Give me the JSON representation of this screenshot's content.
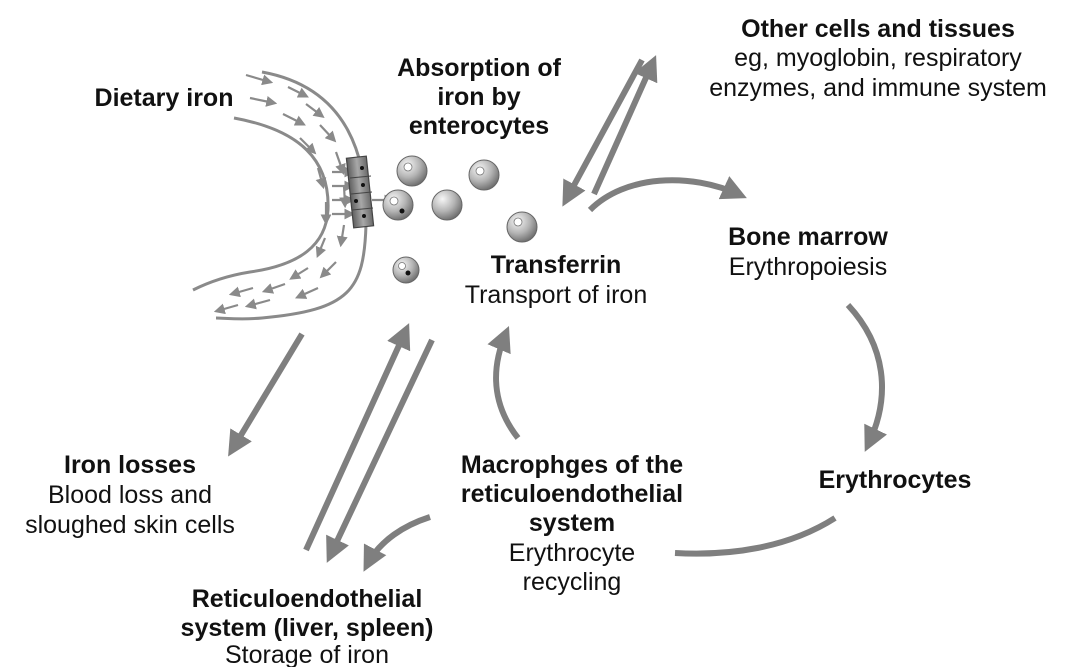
{
  "nodes": {
    "dietary_iron": {
      "title": "Dietary iron"
    },
    "absorption": {
      "title_lines": [
        "Absorption of",
        "iron by",
        "enterocytes"
      ]
    },
    "other_cells": {
      "title": "Other cells and tissues",
      "subtitle_lines": [
        "eg, myoglobin, respiratory",
        "enzymes, and immune system"
      ]
    },
    "transferrin": {
      "title": "Transferrin",
      "subtitle": "Transport of iron"
    },
    "bone_marrow": {
      "title": "Bone marrow",
      "subtitle": "Erythropoiesis"
    },
    "erythrocytes": {
      "title": "Erythrocytes"
    },
    "macrophages": {
      "title_lines": [
        "Macrophges of the",
        "reticuloendothelial",
        "system"
      ],
      "subtitle_lines": [
        "Erythrocyte",
        "recycling"
      ]
    },
    "iron_losses": {
      "title": "Iron losses",
      "subtitle_lines": [
        "Blood loss and",
        "sloughed skin cells"
      ]
    },
    "res_storage": {
      "title_lines": [
        "Reticuloendothelial",
        "system (liver, spleen)"
      ],
      "subtitle": "Storage of iron"
    }
  },
  "colors": {
    "arrow": "#7f7f7f",
    "text": "#111111",
    "sphere_light": "#f2f2f2",
    "sphere_dark": "#6f6f6f",
    "enterocyte": "#8a8a8a"
  }
}
